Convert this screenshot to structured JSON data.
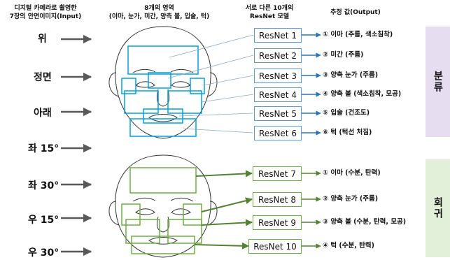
{
  "headers": {
    "input": [
      "디지털 카메라로 촬영한",
      "7장의 안면이미지(Input)"
    ],
    "regions": [
      "8개의 영역",
      "(이마, 눈가, 미간, 양측 볼, 입술, 턱)"
    ],
    "models": [
      "서로 다른 10개의",
      "ResNet 모델"
    ],
    "output": "추정 값(Output)"
  },
  "inputs": [
    "위",
    "정면",
    "아래",
    "좌 15°",
    "좌 30°",
    "우 15°",
    "우 30°"
  ],
  "classification": {
    "label": "분류",
    "models": [
      {
        "name": "ResNet 1",
        "output": "① 이마 (주름, 색소침착)"
      },
      {
        "name": "ResNet 2",
        "output": "② 미간 (주름)"
      },
      {
        "name": "ResNet 3",
        "output": "③ 양측 눈가 (주름)"
      },
      {
        "name": "ResNet 4",
        "output": "④ 양측 볼 (색소침착, 모공)"
      },
      {
        "name": "ResNet 5",
        "output": "⑤ 입술 (건조도)"
      },
      {
        "name": "ResNet 6",
        "output": "⑥ 턱 (턱선 처짐)"
      }
    ]
  },
  "regression": {
    "label": "회귀",
    "models": [
      {
        "name": "ResNet 7",
        "output": "① 이마 (수분, 탄력)"
      },
      {
        "name": "ResNet 8",
        "output": "② 양측 눈가 (주름)"
      },
      {
        "name": "ResNet 9",
        "output": "③ 양측 볼 (수분, 탄력, 모공)"
      },
      {
        "name": "ResNet 10",
        "output": "④ 턱 (수분, 탄력)"
      }
    ]
  },
  "colors": {
    "blue": "#5b9bd5",
    "green": "#70ad47",
    "classify_panel": "#e6ddf0",
    "regress_panel": "#e2efd9",
    "arrow": "#595959"
  }
}
